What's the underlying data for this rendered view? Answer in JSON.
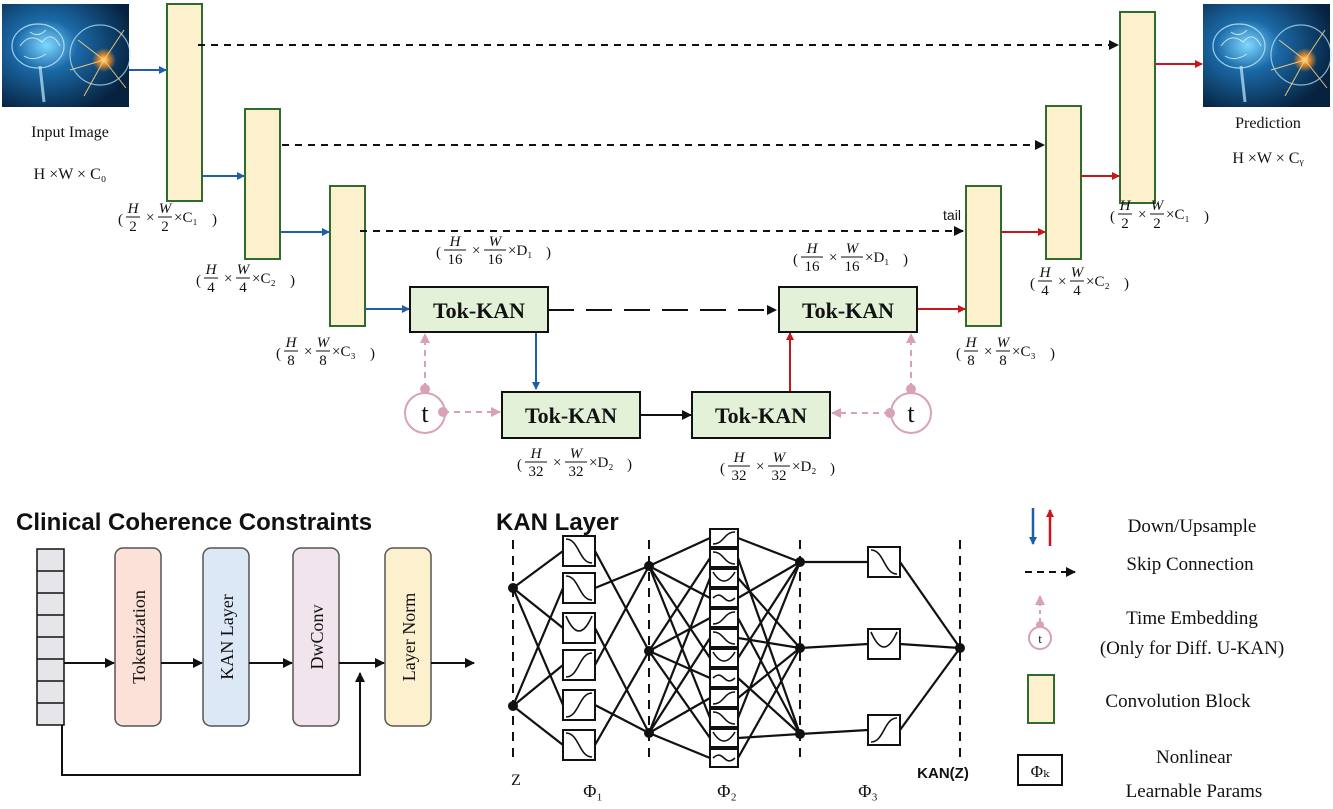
{
  "unet": {
    "input_label": "Input Image",
    "input_dims": "H ×W × C₀",
    "prediction_label": "Prediction",
    "prediction_dims": "H ×W × Cᵧ",
    "tail_label": "tail",
    "tokkan_label": "Tok-KAN",
    "time_label": "t",
    "dims": {
      "enc1": {
        "H": "H",
        "Hd": "2",
        "W": "W",
        "Wd": "2",
        "suffix": "×C₁"
      },
      "enc2": {
        "H": "H",
        "Hd": "4",
        "W": "W",
        "Wd": "4",
        "suffix": "×C₂"
      },
      "enc3": {
        "H": "H",
        "Hd": "8",
        "W": "W",
        "Wd": "8",
        "suffix": "×C₃"
      },
      "tk1": {
        "H": "H",
        "Hd": "16",
        "W": "W",
        "Wd": "16",
        "suffix": "×D₁"
      },
      "tk2": {
        "H": "H",
        "Hd": "16",
        "W": "W",
        "Wd": "16",
        "suffix": "×D₁"
      },
      "bot1": {
        "H": "H",
        "Hd": "32",
        "W": "W",
        "Wd": "32",
        "suffix": "×D₂"
      },
      "bot2": {
        "H": "H",
        "Hd": "32",
        "W": "W",
        "Wd": "32",
        "suffix": "×D₂"
      },
      "dec3": {
        "H": "H",
        "Hd": "8",
        "W": "W",
        "Wd": "8",
        "suffix": "×C₃"
      },
      "dec2": {
        "H": "H",
        "Hd": "4",
        "W": "W",
        "Wd": "4",
        "suffix": "×C₂"
      },
      "dec1": {
        "H": "H",
        "Hd": "2",
        "W": "W",
        "Wd": "2",
        "suffix": "×C₁"
      }
    }
  },
  "ccc": {
    "title": "Clinical Coherence Constraints",
    "blocks": [
      "Tokenization",
      "KAN Layer",
      "DwConv",
      "Layer Norm"
    ]
  },
  "kan": {
    "title": "KAN Layer",
    "z_label": "Z",
    "phi1": "Φ₁",
    "phi2": "Φ₂",
    "phi3": "Φ₃",
    "output_label": "KAN(Z)"
  },
  "legend": {
    "down_up": "Down/Upsample",
    "skip": "Skip Connection",
    "time_line1": "Time Embedding",
    "time_line2": "(Only for Diff. U-KAN)",
    "conv": "Convolution Block",
    "phi_box": "Φₖ",
    "nonlinear_line1": "Nonlinear",
    "nonlinear_line2": "Learnable Params"
  },
  "colors": {
    "conv_fill": "#fdf1cd",
    "conv_stroke": "#2f6b2f",
    "tokkan_fill": "#e3f1d8",
    "down_arrow": "#1f5fa8",
    "up_arrow": "#c8161d",
    "time_color": "#d9a1b4",
    "tokenization_fill": "#fbe1d8",
    "kanlayer_fill": "#dce8f5",
    "dwconv_fill": "#f1e4ec",
    "layernorm_fill": "#fdf0cf",
    "token_cell_fill": "#e6e6ea"
  },
  "images": {
    "input_icon": "brain-neuron-image",
    "prediction_icon": "brain-neuron-image"
  }
}
